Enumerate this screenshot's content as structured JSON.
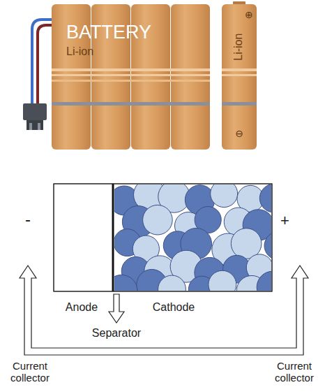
{
  "diagram": {
    "nodes": [
      {
        "text": [
          "BATTERY",
          "Li-ion"
        ]
      },
      {
        "text": [
          "Li-ion",
          "⊕",
          "⊖"
        ]
      },
      {
        "text": [
          "Anode"
        ]
      },
      {
        "text": [
          "Cathode"
        ]
      }
    ],
    "labels": [
      "-",
      "+",
      "Separator",
      "Current collector",
      "Current collector"
    ]
  }
}
